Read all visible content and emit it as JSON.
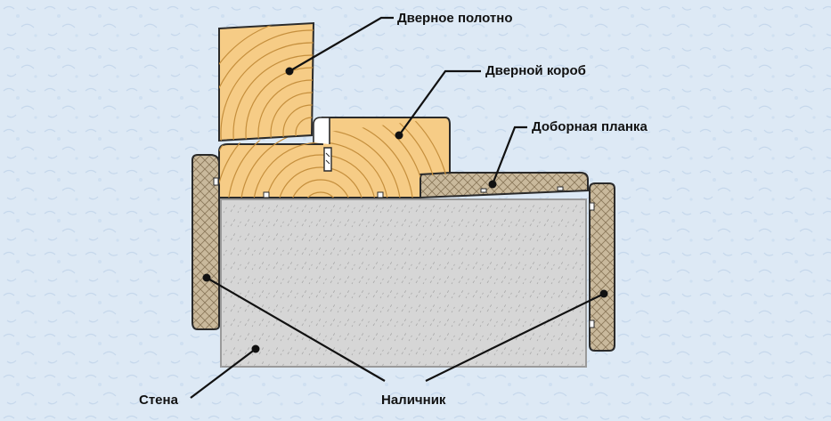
{
  "labels": {
    "door_leaf": "Дверное полотно",
    "door_frame": "Дверной короб",
    "extension_board": "Доборная планка",
    "wall": "Стена",
    "casing": "Наличник"
  },
  "colors": {
    "background": "#dde9f5",
    "wood": "#f6cc86",
    "wood_grain": "#c58f3d",
    "wall": "#d6d6d6",
    "composite": "#c9b99c",
    "outline": "#2a2a2a"
  }
}
